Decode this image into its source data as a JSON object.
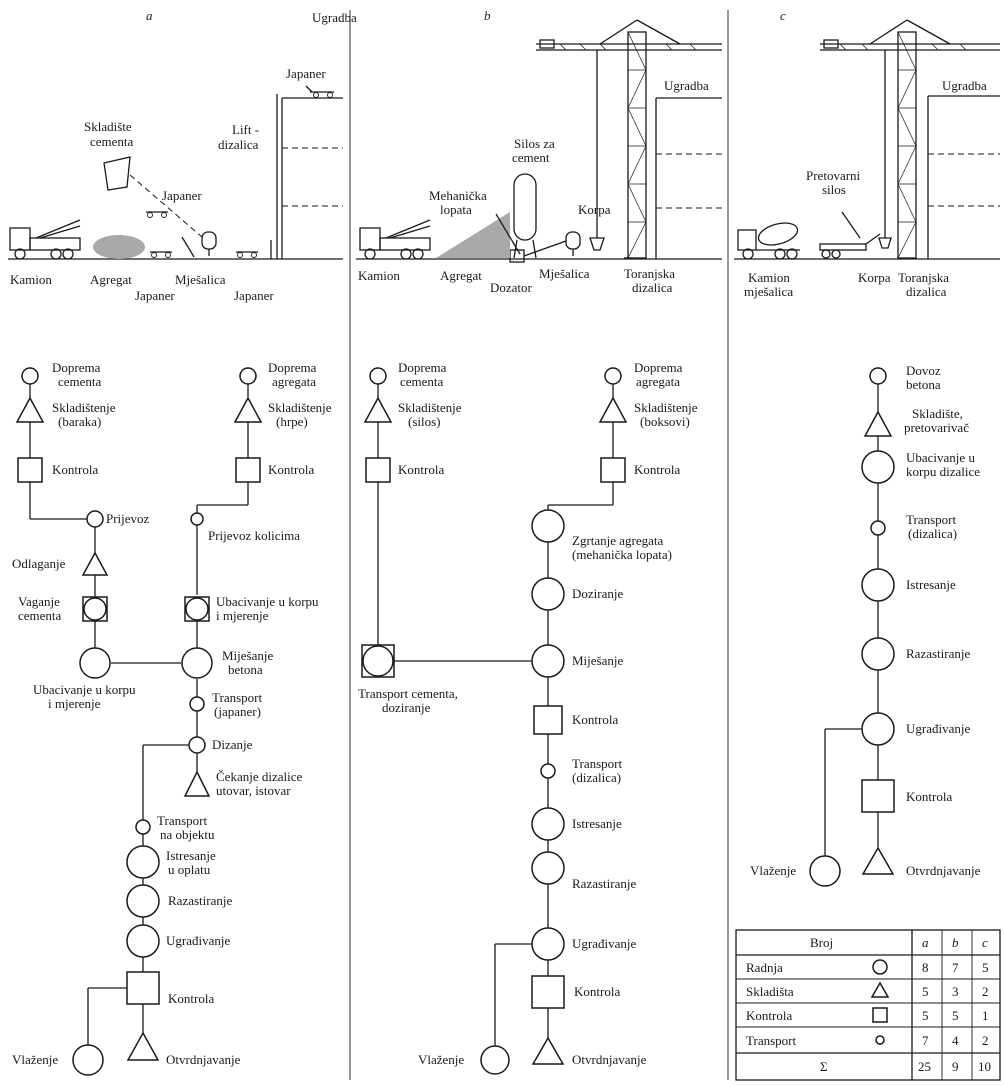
{
  "panels": {
    "a": {
      "letter": "a",
      "top": {
        "ugradba": "Ugradba",
        "japaner_top": "Japaner",
        "lift": [
          "Lift -",
          "dizalica"
        ],
        "skladiste": [
          "Skladište",
          "cementa"
        ],
        "japaner_mid": "Japaner",
        "kamion": "Kamion",
        "agregat": "Agregat",
        "mijesalica": "Mješalica",
        "japaner_b1": "Japaner",
        "japaner_b2": "Japaner"
      },
      "flow": {
        "dop_cementa": [
          "Doprema",
          "cementa"
        ],
        "sklad_baraka": [
          "Skladištenje",
          "(baraka)"
        ],
        "kontrola_l": "Kontrola",
        "dop_agregata": [
          "Doprema",
          "agregata"
        ],
        "sklad_hrpe": [
          "Skladištenje",
          "(hrpe)"
        ],
        "kontrola_r": "Kontrola",
        "prijevoz": "Prijevoz",
        "prijevoz_kol": "Prijevoz kolicima",
        "odlaganje": "Odlaganje",
        "vaganje": [
          "Vaganje",
          "cementa"
        ],
        "ubac_r": [
          "Ubacivanje u korpu",
          "i mjerenje"
        ],
        "mijesanje": [
          "Miješanje",
          "betona"
        ],
        "ubac_l": [
          "Ubacivanje u korpu",
          "i mjerenje"
        ],
        "transport_jap": [
          "Transport",
          "(japaner)"
        ],
        "dizanje": "Dizanje",
        "cekanje": [
          "Čekanje dizalice",
          "utovar, istovar"
        ],
        "transport_obj": [
          "Transport",
          "na objektu"
        ],
        "istresanje": [
          "Istresanje",
          "u oplatu"
        ],
        "razastiranje": "Razastiranje",
        "ugradivanje": "Ugrađivanje",
        "kontrola": "Kontrola",
        "vlazenje": "Vlaženje",
        "otvrdnjavanje": "Otvrdnjavanje"
      }
    },
    "b": {
      "letter": "b",
      "top": {
        "ugradba": "Ugradba",
        "silos": [
          "Silos za",
          "cement"
        ],
        "lopata": [
          "Mehanička",
          "lopata"
        ],
        "korpa": "Korpa",
        "kamion": "Kamion",
        "agregat": "Agregat",
        "mijesalica": "Mješalica",
        "toranjska": [
          "Toranjska",
          "dizalica"
        ],
        "dozator": "Dozator"
      },
      "flow": {
        "dop_cementa": [
          "Doprema",
          "cementa"
        ],
        "sklad_silos": [
          "Skladištenje",
          "(silos)"
        ],
        "kontrola_l": "Kontrola",
        "dop_agregata": [
          "Doprema",
          "agregata"
        ],
        "sklad_boksovi": [
          "Skladištenje",
          "(boksovi)"
        ],
        "kontrola_r": "Kontrola",
        "zgrtanje": [
          "Zgrtanje agregata",
          "(mehanička lopata)"
        ],
        "doziranje": "Doziranje",
        "transport_cem": [
          "Transport cementa,",
          "doziranje"
        ],
        "mijesanje": "Miješanje",
        "kontrola_m": "Kontrola",
        "transport_diz": [
          "Transport",
          "(dizalica)"
        ],
        "istresanje": "Istresanje",
        "razastiranje": "Razastiranje",
        "ugradivanje": "Ugrađivanje",
        "kontrola": "Kontrola",
        "vlazenje": "Vlaženje",
        "otvrdnjavanje": "Otvrdnjavanje"
      }
    },
    "c": {
      "letter": "c",
      "top": {
        "ugradba": "Ugradba",
        "pretovarni": [
          "Pretovarni",
          "silos"
        ],
        "kamion": [
          "Kamion",
          "mješalica"
        ],
        "korpa": "Korpa",
        "toranjska": [
          "Toranjska",
          "dizalica"
        ]
      },
      "flow": {
        "dovoz": [
          "Dovoz",
          "betona"
        ],
        "skladiste": [
          "Skladište,",
          "pretovarivač"
        ],
        "ubacivanje": [
          "Ubacivanje u",
          "korpu dizalice"
        ],
        "transport": [
          "Transport",
          "(dizalica)"
        ],
        "istresanje": "Istresanje",
        "razastiranje": "Razastiranje",
        "ugradivanje": "Ugrađivanje",
        "kontrola": "Kontrola",
        "vlazenje": "Vlaženje",
        "otvrdnjavanje": "Otvrdnjavanje"
      }
    }
  },
  "table": {
    "header": [
      "Broj",
      "a",
      "b",
      "c"
    ],
    "rows": [
      {
        "label": "Radnja",
        "symbol": "circle",
        "a": "8",
        "b": "7",
        "c": "5"
      },
      {
        "label": "Skladišta",
        "symbol": "triangle",
        "a": "5",
        "b": "3",
        "c": "2"
      },
      {
        "label": "Kontrola",
        "symbol": "square",
        "a": "5",
        "b": "5",
        "c": "1"
      },
      {
        "label": "Transport",
        "symbol": "small-circle",
        "a": "7",
        "b": "4",
        "c": "2"
      },
      {
        "label": "Σ",
        "symbol": "",
        "a": "25",
        "b": "9",
        "c": "10"
      }
    ]
  }
}
